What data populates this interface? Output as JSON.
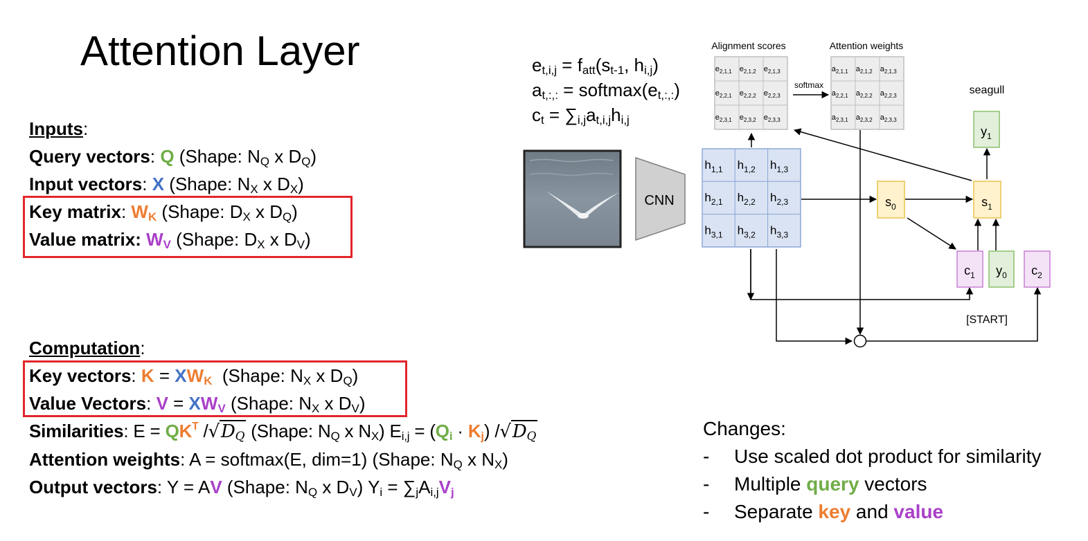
{
  "title": "Attention Layer",
  "inputs": {
    "heading": "Inputs",
    "query": {
      "label": "Query vectors",
      "sym": "Q",
      "pre": "(Shape: N",
      "s1": "Q",
      "mid": " x D",
      "s2": "Q",
      "post": ")"
    },
    "input": {
      "label": "Input vectors",
      "sym": "X",
      "pre": "(Shape: N",
      "s1": "X",
      "mid": " x D",
      "s2": "X",
      "post": ")"
    },
    "key": {
      "label": "Key matrix",
      "sym": "W",
      "symsub": "K",
      "pre": "(Shape: D",
      "s1": "X",
      "mid": " x D",
      "s2": "Q",
      "post": ")"
    },
    "value": {
      "label": "Value matrix:",
      "sym": "W",
      "symsub": "V",
      "pre": "(Shape: D",
      "s1": "X",
      "mid": " x D",
      "s2": "V",
      "post": ")"
    }
  },
  "computation": {
    "heading": "Computation",
    "keyvec": {
      "label": "Key vectors",
      "lhs": "K",
      "eq": " = ",
      "x": "X",
      "w": "W",
      "wsub": "K",
      "pre": "(Shape: N",
      "s1": "X",
      "mid": " x D",
      "s2": "Q",
      "post": ")"
    },
    "valvec": {
      "label": "Value Vectors",
      "lhs": "V",
      "eq": " = ",
      "x": "X",
      "w": "W",
      "wsub": "V",
      "pre": "(Shape: N",
      "s1": "X",
      "mid": " x D",
      "s2": "V",
      "post": ")"
    },
    "sim": {
      "label": "Similarities",
      "eq": ": E = ",
      "q": "Q",
      "k": "K",
      "t": "T",
      "slash": " /",
      "d": "D",
      "dsub": "Q",
      "pre": "(Shape: N",
      "s1": "Q",
      "mid": " x N",
      "s2": "X",
      "post": ")",
      "e": "E",
      "esub": "i,j",
      "eq2": " = (",
      "qi": "Q",
      "qisub": "i",
      "dot": " · ",
      "kj": "K",
      "kjsub": "j",
      "close": ")"
    },
    "attn": {
      "label": "Attention weights",
      "text": ": A = softmax(E, dim=1)  (Shape: N",
      "s1": "Q",
      "mid": " x N",
      "s2": "X",
      "post": ")"
    },
    "out": {
      "label": "Output vectors",
      "pre": ": Y = A",
      "v": "V",
      "shape": "(Shape: N",
      "s1": "Q",
      "mid": " x D",
      "s2": "V",
      "post": ")",
      "y": "Y",
      "ysub": "i",
      "eq": " = ∑",
      "jsub": "j",
      "a": "A",
      "asub": "i,j",
      "vj": "V",
      "vjsub": "j"
    }
  },
  "formulas": {
    "f1": {
      "e": "e",
      "esub": "t,i,j",
      "eq": " = f",
      "fsub": "att",
      "arg1": "(s",
      "s1": "t-1",
      "arg2": ", h",
      "s2": "i,j",
      "close": ")"
    },
    "f2": {
      "a": "a",
      "asub": "t,:,:",
      "eq": " = softmax(e",
      "esub": "t,:,:",
      "close": ")"
    },
    "f3": {
      "c": "c",
      "csub": "t",
      "eq": " = ∑",
      "sumsub": "i,j",
      "a": "a",
      "asub": "t,i,j",
      "h": "h",
      "hsub": "i,j"
    }
  },
  "diagram": {
    "alignment_title": "Alignment scores",
    "attention_title": "Attention weights",
    "softmax_label": "softmax",
    "cnn_label": "CNN",
    "seagull_label": "seagull",
    "start_label": "[START]",
    "e_grid": [
      [
        "e",
        "2,1,1"
      ],
      [
        "e",
        "2,1,2"
      ],
      [
        "e",
        "2,1,3"
      ],
      [
        "e",
        "2,2,1"
      ],
      [
        "e",
        "2,2,2"
      ],
      [
        "e",
        "2,2,3"
      ],
      [
        "e",
        "2,3,1"
      ],
      [
        "e",
        "2,3,2"
      ],
      [
        "e",
        "2,3,3"
      ]
    ],
    "a_grid": [
      [
        "a",
        "2,1,1"
      ],
      [
        "a",
        "2,1,2"
      ],
      [
        "a",
        "2,1,3"
      ],
      [
        "a",
        "2,2,1"
      ],
      [
        "a",
        "2,2,2"
      ],
      [
        "a",
        "2,2,3"
      ],
      [
        "a",
        "2,3,1"
      ],
      [
        "a",
        "2,3,2"
      ],
      [
        "a",
        "2,3,3"
      ]
    ],
    "h_grid": [
      [
        "h",
        "1,1"
      ],
      [
        "h",
        "1,2"
      ],
      [
        "h",
        "1,3"
      ],
      [
        "h",
        "2,1"
      ],
      [
        "h",
        "2,2"
      ],
      [
        "h",
        "2,3"
      ],
      [
        "h",
        "3,1"
      ],
      [
        "h",
        "3,2"
      ],
      [
        "h",
        "3,3"
      ]
    ],
    "s0": [
      "s",
      "0"
    ],
    "s1": [
      "s",
      "1"
    ],
    "y1": [
      "y",
      "1"
    ],
    "c1": [
      "c",
      "1"
    ],
    "y0": [
      "y",
      "0"
    ],
    "c2": [
      "c",
      "2"
    ],
    "colors": {
      "h_fill": "#dae3f3",
      "h_stroke": "#8fa9d8",
      "s_fill": "#fff2cc",
      "s_stroke": "#e8c44c",
      "y_fill": "#e2efda",
      "y_stroke": "#8cbf6b",
      "c_fill": "#f4e3f7",
      "c_stroke": "#c77fd4",
      "grid_fill": "#ededed",
      "grid_stroke": "#bfbfbf"
    }
  },
  "changes": {
    "heading": "Changes:",
    "dash": "-",
    "item1": "Use scaled dot product for similarity",
    "item2_pre": "Multiple ",
    "item2_hl": "query",
    "item2_post": " vectors",
    "item3_pre": "Separate ",
    "item3_k": "key",
    "item3_mid": " and ",
    "item3_v": "value"
  }
}
